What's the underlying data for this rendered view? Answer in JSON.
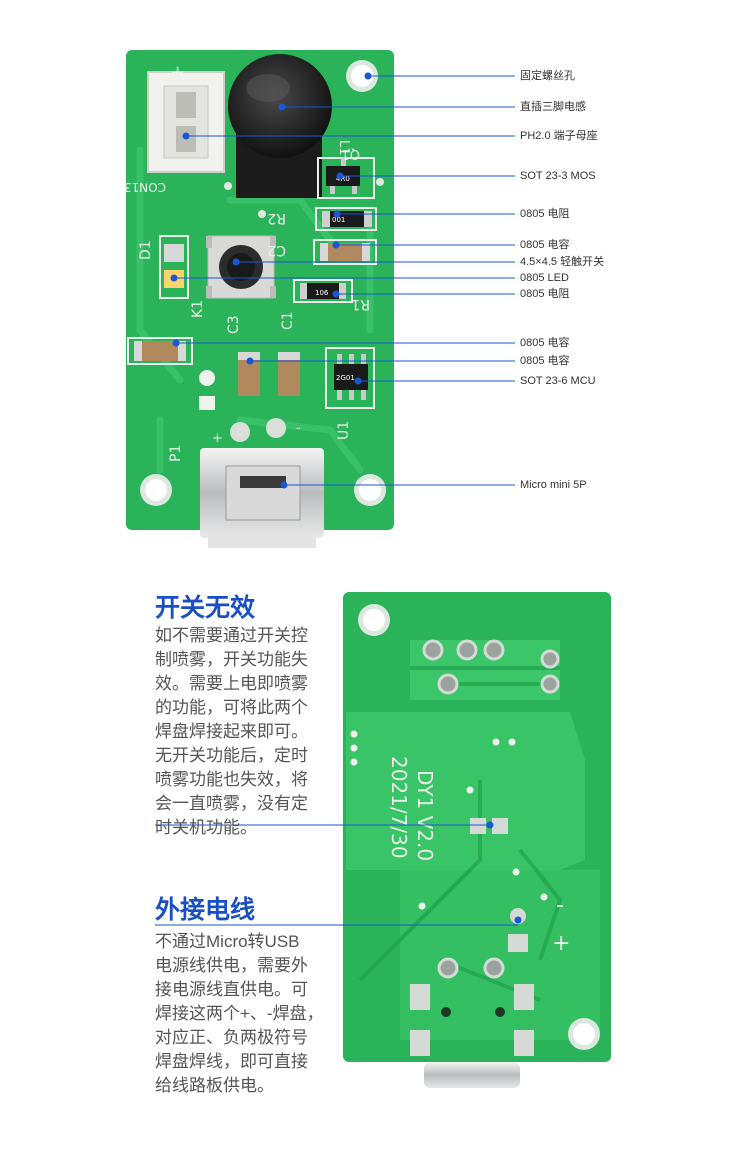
{
  "callouts": [
    "固定螺丝孔",
    "直插三脚电感",
    "PH2.0 端子母座",
    "SOT 23-3 MOS",
    "0805 电阻",
    "0805 电容",
    "4.5×4.5 轻触开关",
    "0805 LED",
    "0805 电阻",
    "0805 电容",
    "0805 电容",
    "SOT 23-6 MCU",
    "Micro mini 5P"
  ],
  "sections": [
    {
      "title": "开关无效",
      "lines": [
        "如不需要通过开关控",
        "制喷雾，开关功能失",
        "效。需要上电即喷雾",
        "的功能，可将此两个",
        "焊盘焊接起来即可。",
        "无开关功能后，定时",
        "喷雾功能也失效，将",
        "会一直喷雾，没有定",
        "时关机功能。"
      ]
    },
    {
      "title": "外接电线",
      "lines": [
        "不通过Micro转USB",
        "电源线供电，需要外",
        "接电源线直供电。可",
        "焊接这两个+、-焊盘，",
        "对应正、负两极符号",
        "焊盘焊线，即可直接",
        "给线路板供电。"
      ]
    }
  ],
  "board_silkscreen": {
    "front": [
      "CON13",
      "+",
      "L1",
      "Q1",
      "R2",
      "C2",
      "D1",
      "K1",
      "C3",
      "C1",
      "R1",
      "U1",
      "P1",
      "+",
      "-",
      "001",
      "106",
      "2G01",
      "4R0"
    ],
    "back": [
      "DY1 V2.0",
      "2021/7/30",
      "-",
      "+"
    ]
  },
  "colors": {
    "pcb_green": "#2bb35a",
    "trace_green": "#3cc86a",
    "callout_blue": "#1a56d6",
    "title_blue": "#1a4fc4"
  }
}
